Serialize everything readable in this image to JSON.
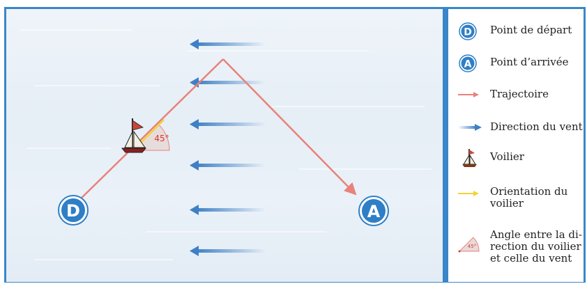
{
  "diagram": {
    "start_marker": "D",
    "end_marker": "A",
    "angle_label": "45°"
  },
  "legend": {
    "items": [
      {
        "name": "legend-start",
        "icon": "start-marker-icon",
        "letter": "D",
        "label": "Point de départ"
      },
      {
        "name": "legend-end",
        "icon": "end-marker-icon",
        "letter": "A",
        "label": "Point d’arrivée"
      },
      {
        "name": "legend-trajectory",
        "icon": "trajectory-arrow-icon",
        "label": "Trajectoire"
      },
      {
        "name": "legend-wind",
        "icon": "wind-arrow-icon",
        "label": "Direction du vent"
      },
      {
        "name": "legend-boat",
        "icon": "sailboat-icon",
        "label": "Voilier"
      },
      {
        "name": "legend-orientation",
        "icon": "orientation-arrow-icon",
        "label": "Orientation du voilier"
      },
      {
        "name": "legend-angle",
        "icon": "angle-icon",
        "angle_label": "45°",
        "label": "Angle entre la di-rection du voilier et celle du vent"
      }
    ]
  },
  "colors": {
    "frame": "#3a86c8",
    "marker_fill": "#2e7fc6",
    "trajectory": "#e8827a",
    "wind": "#3f80c4",
    "orientation": "#f2d338",
    "angle_text": "#d8362b"
  }
}
